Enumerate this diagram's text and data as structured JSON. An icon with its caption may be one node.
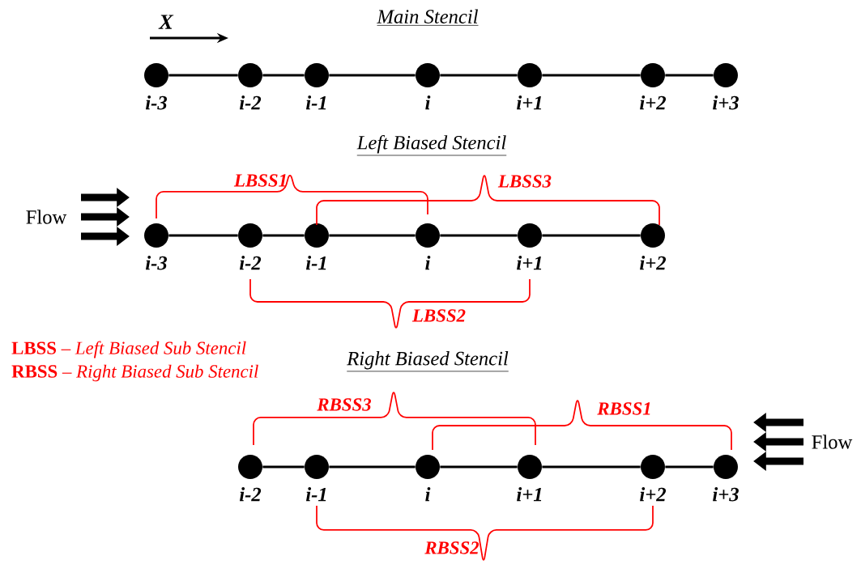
{
  "diagram": {
    "nodes": [
      {
        "text": [],
        "shape": "circle",
        "beside": [
          "i-3"
        ]
      },
      {
        "text": [],
        "shape": "circle",
        "beside": [
          "i-2"
        ]
      },
      {
        "text": [],
        "shape": "circle",
        "beside": [
          "i-1"
        ]
      },
      {
        "text": [],
        "shape": "circle",
        "beside": [
          "i"
        ]
      },
      {
        "text": [],
        "shape": "circle",
        "beside": [
          "i+1"
        ]
      },
      {
        "text": [],
        "shape": "circle",
        "beside": [
          "i+2"
        ]
      },
      {
        "text": [],
        "shape": "circle",
        "beside": [
          "i+3"
        ]
      },
      {
        "text": [],
        "shape": "circle",
        "beside": [
          "i-3"
        ]
      },
      {
        "text": [],
        "shape": "circle",
        "beside": [
          "i-2"
        ]
      },
      {
        "text": [],
        "shape": "circle",
        "beside": [
          "i-1"
        ]
      },
      {
        "text": [],
        "shape": "circle",
        "beside": [
          "i"
        ]
      },
      {
        "text": [],
        "shape": "circle",
        "beside": [
          "i+1"
        ]
      },
      {
        "text": [],
        "shape": "circle",
        "beside": [
          "i+2"
        ]
      },
      {
        "text": [],
        "shape": "circle",
        "beside": [
          "i-2"
        ]
      },
      {
        "text": [],
        "shape": "circle",
        "beside": [
          "i-1"
        ]
      },
      {
        "text": [],
        "shape": "circle",
        "beside": [
          "i"
        ]
      },
      {
        "text": [],
        "shape": "circle",
        "beside": [
          "i+1"
        ]
      },
      {
        "text": [],
        "shape": "circle",
        "beside": [
          "i+2"
        ]
      },
      {
        "text": [],
        "shape": "circle",
        "beside": [
          "i+3"
        ]
      }
    ],
    "edges": [
      {
        "from": 0,
        "to": 1,
        "arrow": "none"
      },
      {
        "from": 1,
        "to": 2,
        "arrow": "none"
      },
      {
        "from": 2,
        "to": 3,
        "arrow": "none"
      },
      {
        "from": 3,
        "to": 4,
        "arrow": "none"
      },
      {
        "from": 4,
        "to": 5,
        "arrow": "none"
      },
      {
        "from": 5,
        "to": 6,
        "arrow": "none"
      },
      {
        "from": 7,
        "to": 8,
        "arrow": "none"
      },
      {
        "from": 8,
        "to": 9,
        "arrow": "none"
      },
      {
        "from": 9,
        "to": 10,
        "arrow": "none"
      },
      {
        "from": 10,
        "to": 11,
        "arrow": "none"
      },
      {
        "from": 11,
        "to": 12,
        "arrow": "none"
      },
      {
        "from": 13,
        "to": 14,
        "arrow": "none"
      },
      {
        "from": 14,
        "to": 15,
        "arrow": "none"
      },
      {
        "from": 15,
        "to": 16,
        "arrow": "none"
      },
      {
        "from": 16,
        "to": 17,
        "arrow": "none"
      },
      {
        "from": 17,
        "to": 18,
        "arrow": "none"
      }
    ],
    "labels": [
      "X",
      "Main Stencil",
      "Left Biased Stencil",
      "LBSS1",
      "LBSS3",
      "Flow",
      "LBSS2",
      "**LBSS** – *Left Biased Sub Stencil*",
      "**RBSS** – *Right Biased Sub Stencil*",
      "Right Biased Stencil",
      "RBSS3",
      "RBSS1",
      "Flow",
      "RBSS2"
    ]
  }
}
